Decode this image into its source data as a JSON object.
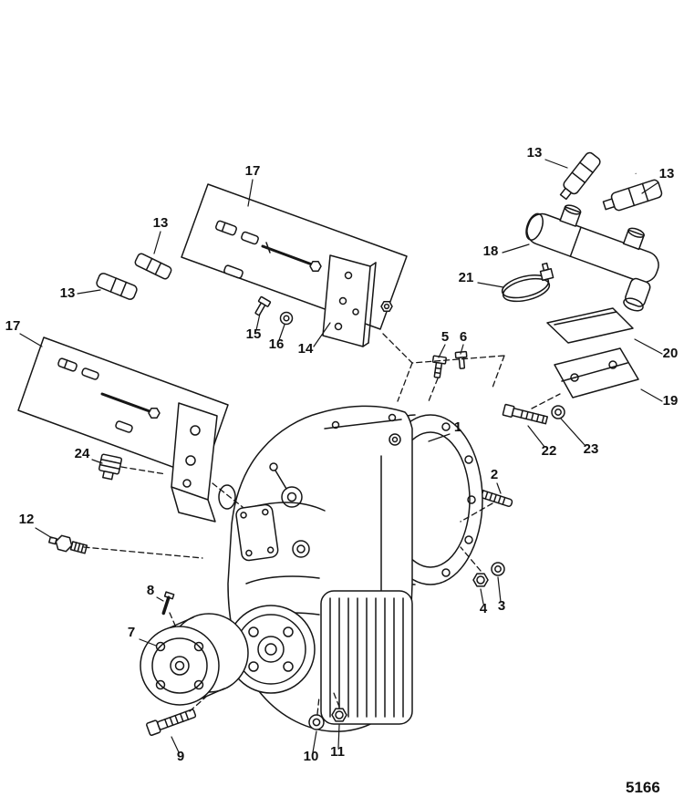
{
  "figure": {
    "code": "5166"
  },
  "callouts": [
    {
      "label": "17"
    },
    {
      "label": "13"
    },
    {
      "label": "13"
    },
    {
      "label": "17"
    },
    {
      "label": "13"
    },
    {
      "label": "13"
    },
    {
      "label": "18"
    },
    {
      "label": "21"
    },
    {
      "label": "20"
    },
    {
      "label": "19"
    },
    {
      "label": "15"
    },
    {
      "label": "16"
    },
    {
      "label": "14"
    },
    {
      "label": "5"
    },
    {
      "label": "6"
    },
    {
      "label": "22"
    },
    {
      "label": "23"
    },
    {
      "label": "1"
    },
    {
      "label": "2"
    },
    {
      "label": "24"
    },
    {
      "label": "12"
    },
    {
      "label": "4"
    },
    {
      "label": "3"
    },
    {
      "label": "8"
    },
    {
      "label": "7"
    },
    {
      "label": "9"
    },
    {
      "label": "10"
    },
    {
      "label": "11"
    }
  ]
}
